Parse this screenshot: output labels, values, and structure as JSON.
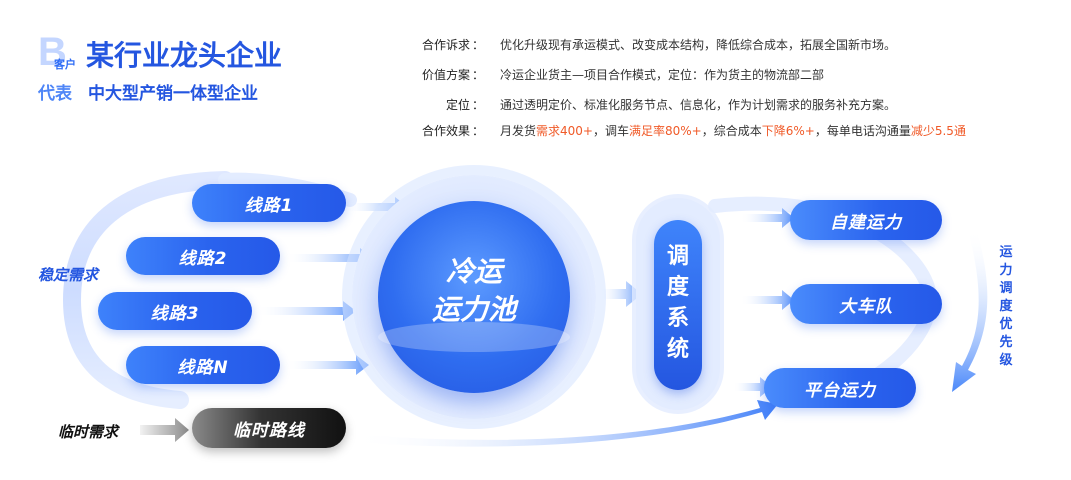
{
  "header": {
    "logo_letter": "B",
    "logo_sub": "客户",
    "title": "某行业龙头企业",
    "rep_label": "代表",
    "rep_text": "中大型产销一体型企业"
  },
  "info": {
    "goal_label": "合作诉求",
    "goal_value": "优化升级现有承运模式、改变成本结构，降低综合成本，拓展全国新市场。",
    "value_label": "价值方案",
    "value_value": "冷运企业货主—项目合作模式，定位：作为货主的物流部二部",
    "position_label": "定位",
    "position_value": "通过透明定价、标准化服务节点、信息化，作为计划需求的服务补充方案。",
    "effect_label": "合作效果",
    "colon": "：",
    "effect_parts": {
      "p1": "月发货",
      "h1": "需求400+",
      "p2": "，调车",
      "h2": "满足率80%+",
      "p3": "，综合成本",
      "h3": "下降6%+",
      "p4": "，每单电话沟通量",
      "h4": "减少5.5通"
    }
  },
  "diagram": {
    "stable_demand": "稳定需求",
    "temp_demand": "临时需求",
    "routes": [
      "线路1",
      "线路2",
      "线路3",
      "线路N"
    ],
    "temp_route": "临时路线",
    "pool_line1": "冷运",
    "pool_line2": "运力池",
    "dispatch_chars": [
      "调",
      "度",
      "系",
      "统"
    ],
    "capacities": [
      "自建运力",
      "大车队",
      "平台运力"
    ],
    "priority_chars": [
      "运",
      "力",
      "调",
      "度",
      "优",
      "先",
      "级"
    ]
  },
  "colors": {
    "primary": "#2456e0",
    "accent": "#4f86f7",
    "highlight": "#f05a28",
    "dark": "#111111"
  }
}
